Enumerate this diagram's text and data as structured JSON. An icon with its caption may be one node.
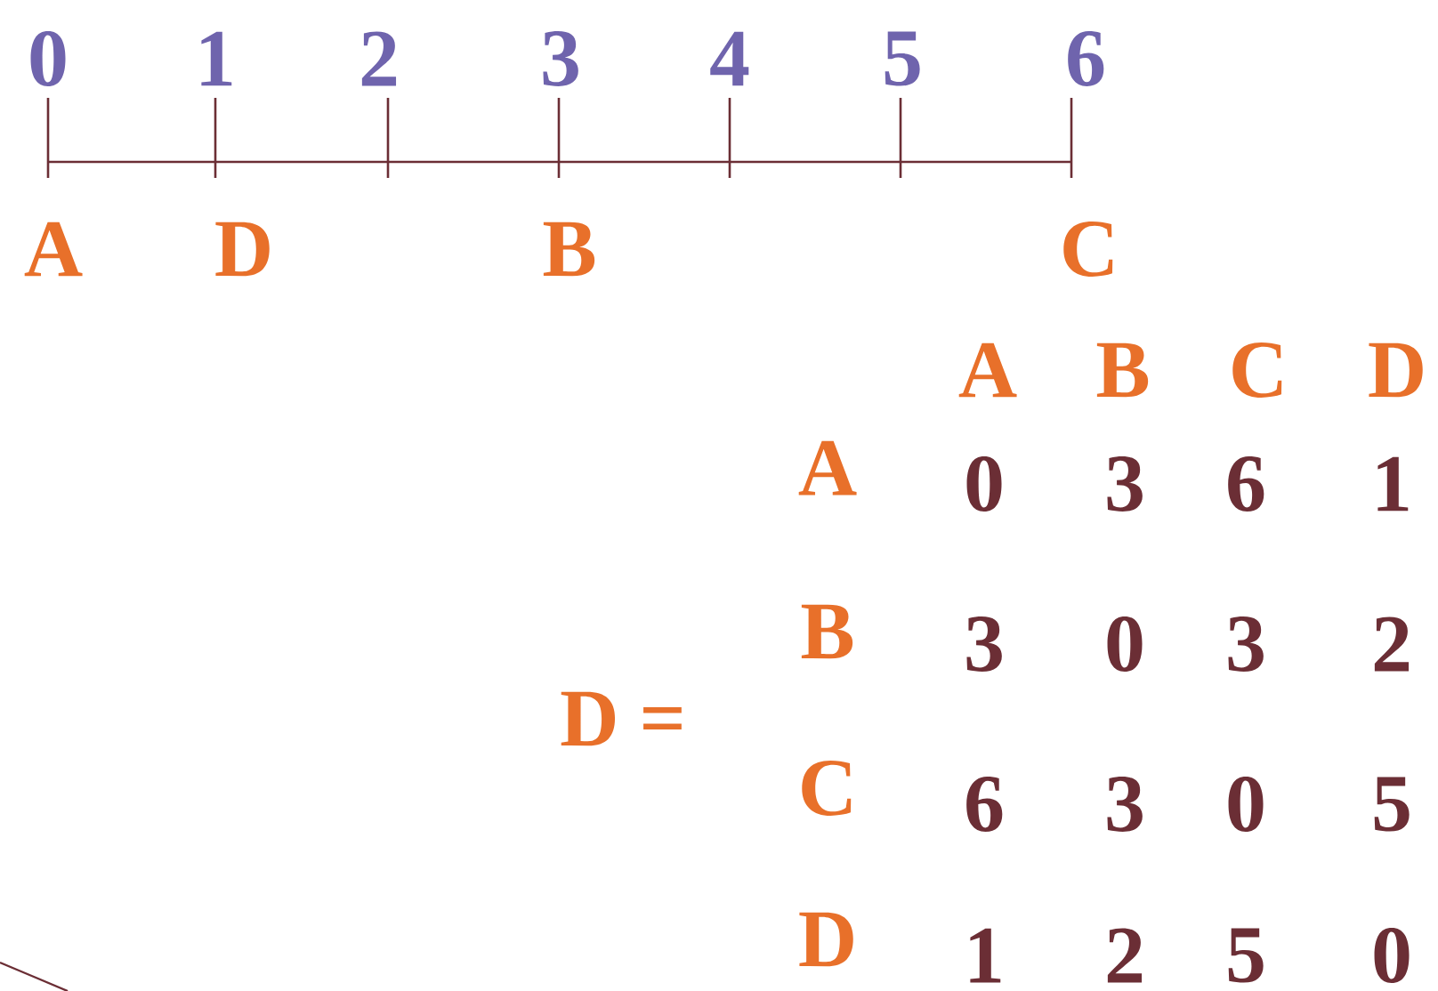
{
  "diagram": {
    "labels": [
      "0",
      "1",
      "2",
      "3",
      "4",
      "5",
      "6",
      "A",
      "D",
      "B",
      "C",
      "A",
      "B",
      "C",
      "D",
      "A",
      "0",
      "3",
      "6",
      "1",
      "B",
      "3",
      "0",
      "3",
      "2",
      "D =",
      "C",
      "6",
      "3",
      "0",
      "5",
      "D",
      "1",
      "2",
      "5",
      "0"
    ]
  }
}
